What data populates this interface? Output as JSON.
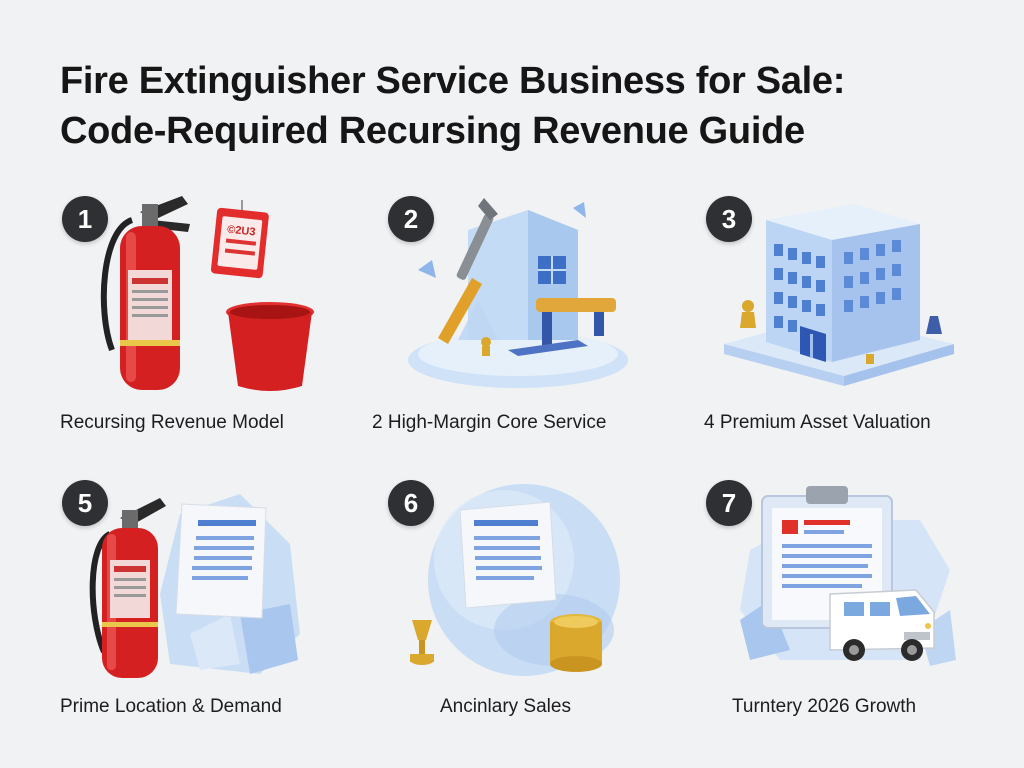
{
  "title": {
    "line1": "Fire Extinguisher Service Business for Sale:",
    "line2": "Code-Required Recursing Revenue Guide"
  },
  "tiles": [
    {
      "number": "1",
      "caption": "Recursing Revenue Model",
      "icon": "fire-extinguisher-tag-bucket-icon"
    },
    {
      "number": "2",
      "caption": "2 High-Margin Core Service",
      "icon": "wrench-building-icon"
    },
    {
      "number": "3",
      "caption": "4 Premium Asset Valuation",
      "icon": "office-building-icon"
    },
    {
      "number": "5",
      "caption": "Prime Location & Demand",
      "icon": "fire-extinguisher-document-icon"
    },
    {
      "number": "6",
      "caption": "Ancinlary Sales",
      "icon": "document-globe-coins-icon"
    },
    {
      "number": "7",
      "caption": "Turntery 2026 Growth",
      "icon": "clipboard-van-icon"
    }
  ],
  "colors": {
    "extinguisher_red": "#d42020",
    "ice_blue": "#bcd7f4",
    "gold": "#d9a82c",
    "badge": "#2f3033"
  }
}
